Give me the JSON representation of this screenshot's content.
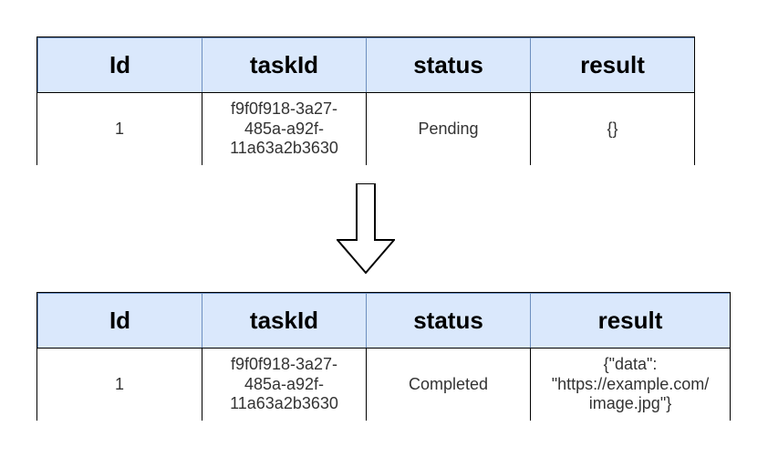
{
  "diagram": {
    "colors": {
      "header_fill": "#dae8fc",
      "header_border": "#6c8ebf",
      "table_border": "#000000",
      "arrow_stroke": "#000000"
    },
    "top_table": {
      "headers": {
        "id": "Id",
        "task_id": "taskId",
        "status": "status",
        "result": "result"
      },
      "row": {
        "id": "1",
        "task_id": "f9f0f918-3a27-\n485a-a92f-\n11a63a2b3630",
        "status": "Pending",
        "result": "{}"
      }
    },
    "bottom_table": {
      "headers": {
        "id": "Id",
        "task_id": "taskId",
        "status": "status",
        "result": "result"
      },
      "row": {
        "id": "1",
        "task_id": "f9f0f918-3a27-\n485a-a92f-\n11a63a2b3630",
        "status": "Completed",
        "result": "{\"data\":\n\"https://example.com/\nimage.jpg\"}"
      }
    },
    "arrow": {
      "icon": "down-arrow-icon"
    }
  }
}
